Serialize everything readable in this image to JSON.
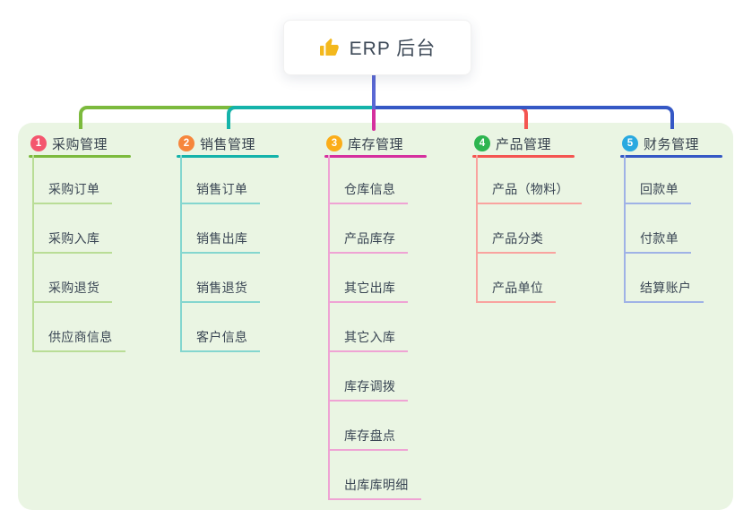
{
  "root": {
    "icon": "thumbs-up-icon",
    "label": "ERP 后台"
  },
  "connectors": {
    "root_color": "#5a68d4"
  },
  "branches": [
    {
      "num": "1",
      "label": "采购管理",
      "color": "#7cba3d",
      "light": "#b9dd96",
      "badge": "#f4566e",
      "items": [
        "采购订单",
        "采购入库",
        "采购退货",
        "供应商信息"
      ]
    },
    {
      "num": "2",
      "label": "销售管理",
      "color": "#14b3aa",
      "light": "#84d6cf",
      "badge": "#f6863c",
      "items": [
        "销售订单",
        "销售出库",
        "销售退货",
        "客户信息"
      ]
    },
    {
      "num": "3",
      "label": "库存管理",
      "color": "#d5309e",
      "light": "#efa3d4",
      "badge": "#fbad19",
      "items": [
        "仓库信息",
        "产品库存",
        "其它出库",
        "其它入库",
        "库存调拨",
        "库存盘点",
        "出库库明细"
      ]
    },
    {
      "num": "4",
      "label": "产品管理",
      "color": "#f45551",
      "light": "#f9a39f",
      "badge": "#2eb550",
      "items": [
        "产品（物料）",
        "产品分类",
        "产品单位"
      ]
    },
    {
      "num": "5",
      "label": "财务管理",
      "color": "#3558c5",
      "light": "#9fb2e6",
      "badge": "#29a9e0",
      "items": [
        "回款单",
        "付款单",
        "结算账户"
      ]
    }
  ]
}
